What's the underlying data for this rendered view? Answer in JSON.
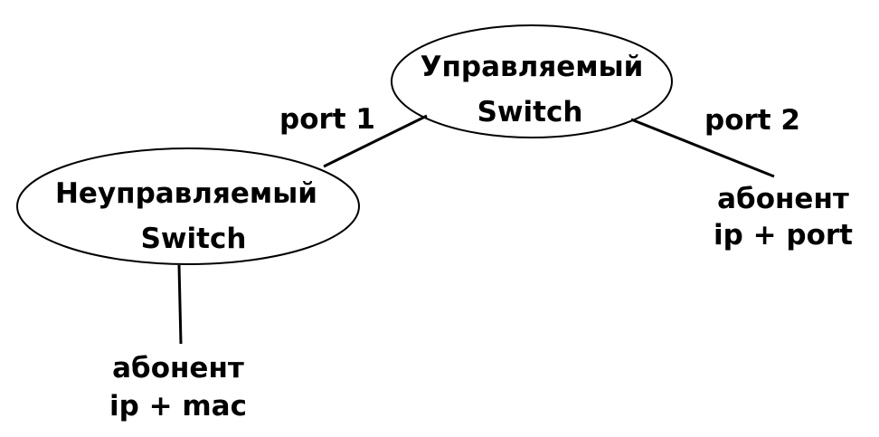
{
  "nodes": {
    "managed_switch": {
      "line1": "Управляемый",
      "line2": "Switch"
    },
    "unmanaged_switch": {
      "line1": "Неуправляемый",
      "line2": "Switch"
    },
    "subscriber_port": {
      "line1": "абонент",
      "line2": "ip + port"
    },
    "subscriber_mac": {
      "line1": "абонент",
      "line2": "ip + mac"
    }
  },
  "edges": {
    "port1_label": "port 1",
    "port2_label": "port 2"
  }
}
